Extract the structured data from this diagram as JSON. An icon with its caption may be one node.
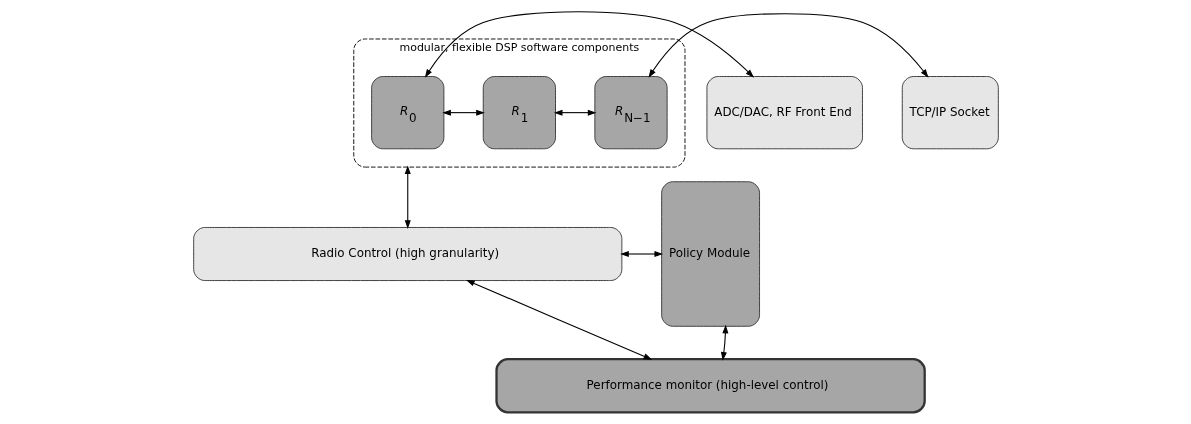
{
  "diagram": {
    "nodes": [
      {
        "text": [
          "modular, flexible DSP software components"
        ]
      },
      {
        "text": [
          "*R*$_{0}$"
        ],
        "in": 0
      },
      {
        "text": [
          "*R*$_{1}$"
        ],
        "in": 0
      },
      {
        "text": [
          "*R*$_{N−1}$"
        ],
        "in": 0
      },
      {
        "text": [
          "ADC/DAC, RF Front End"
        ]
      },
      {
        "text": [
          "TCP/IP Socket"
        ]
      },
      {
        "text": [
          "Radio Control (high granularity)"
        ]
      },
      {
        "text": [
          "Performance monitor (high-level control)"
        ]
      },
      {
        "text": [
          "Policy Module"
        ]
      }
    ],
    "edges": [
      {
        "from": 4,
        "to": 1,
        "arrow": "both"
      },
      {
        "from": 1,
        "to": 2,
        "arrow": "both"
      },
      {
        "from": 2,
        "to": 3,
        "arrow": "both"
      },
      {
        "from": 3,
        "to": 5,
        "arrow": "both"
      },
      {
        "from": 0,
        "to": 6,
        "arrow": "both"
      },
      {
        "from": 6,
        "to": 7,
        "arrow": "both"
      },
      {
        "from": 6,
        "to": 8,
        "arrow": "both"
      },
      {
        "from": 7,
        "to": 8,
        "arrow": "both"
      }
    ]
  }
}
